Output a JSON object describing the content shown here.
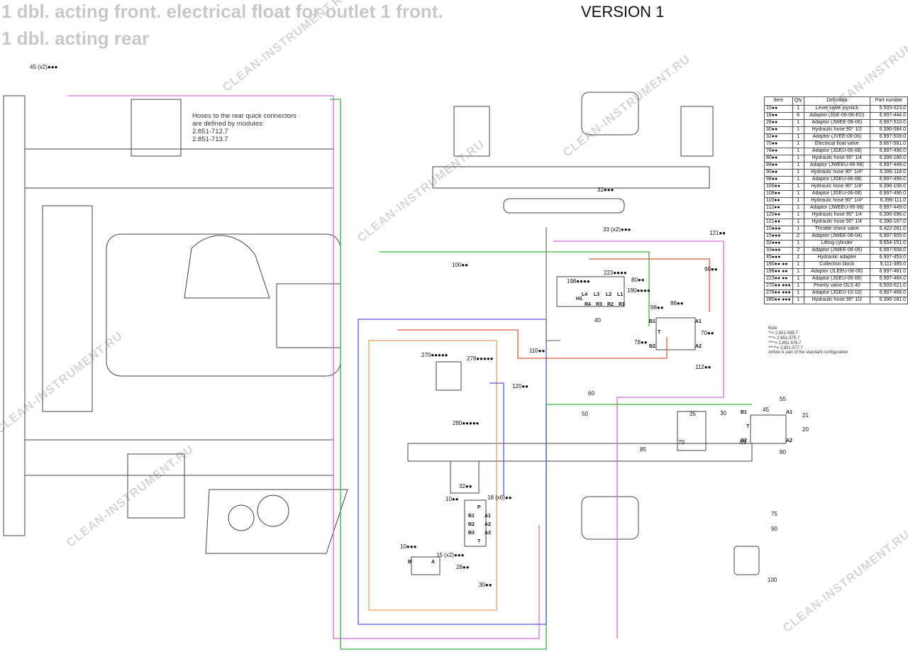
{
  "title": {
    "line1": "1 dbl. acting front. electrical float for outlet 1 front.",
    "line2": "1 dbl. acting rear",
    "version": "VERSION 1"
  },
  "watermark": "CLEAN-INSTRUMENT.RU",
  "hose_note": {
    "line1": "Hoses to the rear quick connectors",
    "line2": "are defined by modules:",
    "line3": "2.851-712.7",
    "line4": "2.851-713.7"
  },
  "parts_table": {
    "headers": [
      "Item",
      "Qty",
      "Definition",
      "Part number"
    ],
    "rows": [
      [
        "10●●",
        "1",
        "Lever valve joystick",
        "6.503-023.0"
      ],
      [
        "18●●",
        "6",
        "Adaptor (JGE-06-06-ED)",
        "6.997-444.0"
      ],
      [
        "28●●",
        "1",
        "Adaptor (JWEE-08-06)",
        "6.997-510.0"
      ],
      [
        "30●●",
        "1",
        "Hydraulic hose 90° 1/2",
        "6.396-084.0"
      ],
      [
        "32●●",
        "1",
        "Adaptor (JVEE-08-06)",
        "6.997-509.0"
      ],
      [
        "70●●",
        "1",
        "Electrical float valve",
        "9.667-581.0"
      ],
      [
        "78●●",
        "1",
        "Adaptor (JGEU-06-08)",
        "6.997-496.0"
      ],
      [
        "80●●",
        "1",
        "Hydraulic hose 90° 1/4",
        "6.396-180.0"
      ],
      [
        "88●●",
        "1",
        "Adaptor (JWEEU-06-08)",
        "6.997-449.0"
      ],
      [
        "90●●",
        "1",
        "Hydraulic hose 90° 1/4*",
        "6.396-118.0"
      ],
      [
        "98●●",
        "1",
        "Adaptor (JGEU-06-08)",
        "6.997-496.0"
      ],
      [
        "100●●",
        "1",
        "Hydraulic hose 90° 1/4*",
        "6.396-108.0"
      ],
      [
        "108●●",
        "1",
        "Adaptor (JGEU-06-08)",
        "6.997-496.0"
      ],
      [
        "110●●",
        "1",
        "Hydraulic hose 90° 1/4*",
        "6.396-111.0"
      ],
      [
        "112●●",
        "1",
        "Adaptor (JWEEU-06-08)",
        "6.997-449.0"
      ],
      [
        "120●●",
        "1",
        "Hydraulic hose 90° 1/4",
        "6.396-096.0"
      ],
      [
        "121●●",
        "1",
        "Hydraulic hose 90° 1/4",
        "6.396-167.0"
      ],
      [
        "10●●●",
        "1",
        "Throttle check valve",
        "6.422-281.0"
      ],
      [
        "15●●●",
        "2",
        "Adaptor (JWEE-06-04)",
        "6.997-505.0"
      ],
      [
        "32●●●",
        "1",
        "Lifting cylinder",
        "9.654-151.0"
      ],
      [
        "33●●●",
        "2",
        "Adaptor (JWEE-06-06)",
        "6.997-508.0"
      ],
      [
        "45●●●",
        "2",
        "Hydraulic adapter",
        "6.997-453.0"
      ],
      [
        "190●● ●●",
        "1",
        "Collection block",
        "5.111-385.0"
      ],
      [
        "198●● ●●",
        "1",
        "Adaptor (JLEEU-08-06)",
        "6.997-481.0"
      ],
      [
        "223●● ●●",
        "1",
        "Adaptor (JGEU-06-06)",
        "6.997-484.0"
      ],
      [
        "270●● ●●●",
        "1",
        "Priority valve OLS 40",
        "6.503-021.0"
      ],
      [
        "278●● ●●●",
        "1",
        "Adaptor (JGEU-10-10)",
        "6.997-466.0"
      ],
      [
        "280●● ●●●",
        "1",
        "Hydraulic hose 90° 1/2",
        "6.396-181.0"
      ]
    ],
    "note_title": "Note",
    "footnotes": [
      "**= 2.851-595.7",
      "***= 2.851-575.7",
      "****= 2.851-576.7",
      "*****= 2.851-577.7"
    ],
    "article_note": "Article is part of the standard configuration"
  },
  "callouts": {
    "c45top": "45 (x2)●●●",
    "c32": "32●●●",
    "c33": "33 (x2)●●●",
    "c121": "121●●",
    "c100": "100●●",
    "c223": "223●●●●",
    "c198": "198●●●●",
    "c190": "190●●●●",
    "c80": "80●●",
    "c90": "90●●",
    "c88": "88●●",
    "c98": "98●●",
    "c40": "40",
    "c70": "70●●",
    "c78": "78●●",
    "c110": "110●●",
    "c112": "112●●",
    "c120": "120●●",
    "c270": "270●●●●●",
    "c278": "278●●●●●",
    "c280": "280●●●●●",
    "c60": "60",
    "c50": "50",
    "c35": "35",
    "c30r": "30",
    "c45r": "45",
    "c55": "55",
    "c21": "21",
    "c20": "20",
    "c65": "65",
    "c80r": "80",
    "c70r": "70",
    "c85": "85",
    "c75": "75",
    "c90r": "90",
    "c100r": "100",
    "c32b": "32●●",
    "c10": "10●●",
    "c18": "18 (x6)●●",
    "c10b": "10●●●",
    "c15": "15 (x2)●●●",
    "c28": "28●●",
    "c30": "30●●"
  },
  "port_labels": {
    "block": [
      "L4",
      "L3",
      "L2",
      "L1",
      "R4",
      "R3",
      "R2",
      "R1",
      "H1"
    ],
    "float_valve_upper": [
      "B1",
      "A1",
      "T",
      "B2",
      "A2"
    ],
    "float_valve_right": [
      "B1",
      "A1",
      "T",
      "B2",
      "A2"
    ],
    "joystick_valve": [
      "P",
      "B1",
      "A1",
      "B2",
      "A2",
      "B3",
      "A3",
      "T"
    ],
    "check_valve": [
      "B",
      "A"
    ]
  },
  "hose_colors": {
    "magenta": "#d86cd8",
    "green": "#3cb043",
    "red": "#e05a3a",
    "orange": "#e8a060",
    "blue": "#5a5ad8",
    "gray": "#7a7a7a"
  }
}
